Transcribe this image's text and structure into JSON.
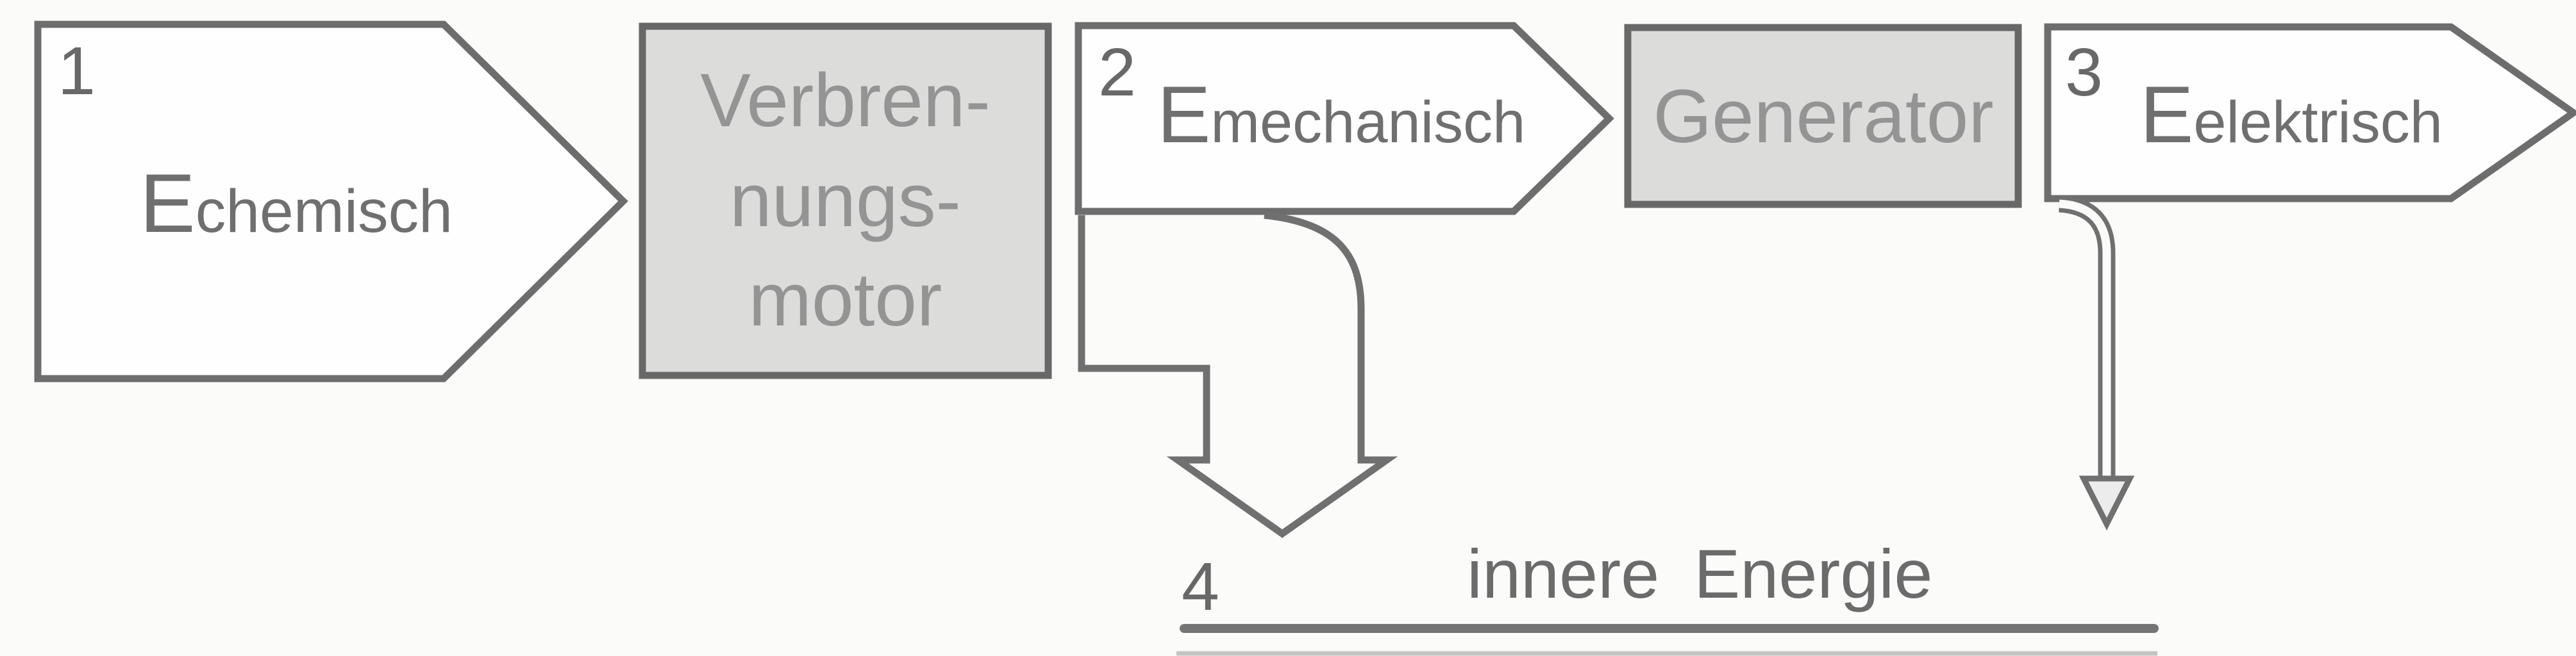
{
  "diagram": {
    "background_color": "#fbfbfa",
    "outline_color": "#6d6d6d",
    "box_fill_color": "#dcdcdb",
    "box_text_color": "#949494",
    "label_text_color": "#6f6f6f",
    "steps": {
      "one": "1",
      "two": "2",
      "three": "3",
      "four": "4"
    },
    "chemical_energy": {
      "symbol": "E",
      "subscript": "chemisch"
    },
    "engine": {
      "line1": "Verbren-",
      "line2": "nungs-",
      "line3": "motor"
    },
    "mechanical_energy": {
      "symbol": "E",
      "subscript": "mechanisch"
    },
    "generator": {
      "label": "Generator"
    },
    "electrical_energy": {
      "symbol": "E",
      "subscript": "elektrisch"
    },
    "internal_energy": {
      "word1": "innere",
      "word2": "Energie"
    }
  }
}
